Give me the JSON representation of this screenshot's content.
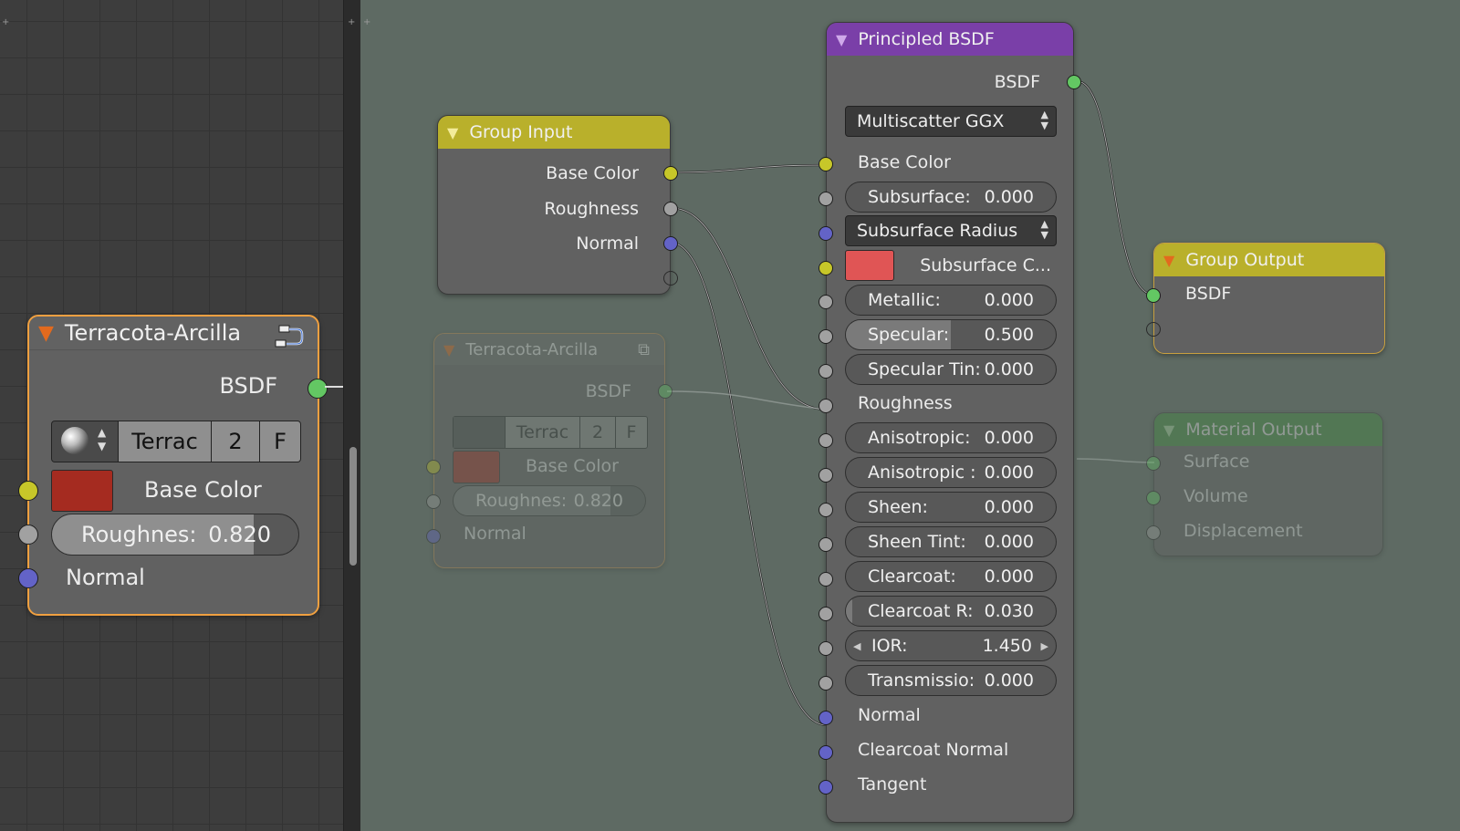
{
  "left_node": {
    "title": "Terracota-Arcilla",
    "output_bsdf": "BSDF",
    "material_selector": {
      "name": "Terrac",
      "users": "2",
      "fake": "F"
    },
    "base_color_label": "Base Color",
    "base_color_hex": "#a52b20",
    "roughness": {
      "label": "Roughnes:",
      "value": "0.820",
      "fraction": 0.82
    },
    "normal_label": "Normal"
  },
  "group_input": {
    "title": "Group Input",
    "outputs": [
      "Base Color",
      "Roughness",
      "Normal"
    ]
  },
  "ghost_node": {
    "title": "Terracota-Arcilla",
    "output_bsdf": "BSDF",
    "material_selector": {
      "name": "Terrac",
      "users": "2",
      "fake": "F"
    },
    "base_color_label": "Base Color",
    "roughness": {
      "label": "Roughnes:",
      "value": "0.820"
    },
    "normal_label": "Normal"
  },
  "principled": {
    "title": "Principled BSDF",
    "output": "BSDF",
    "distribution": "Multiscatter GGX",
    "base_color_label": "Base Color",
    "subsurface": {
      "label": "Subsurface:",
      "value": "0.000"
    },
    "subsurface_radius": "Subsurface Radius",
    "subsurface_color_label": "Subsurface C...",
    "subsurface_color_hex": "#e05555",
    "metallic": {
      "label": "Metallic:",
      "value": "0.000"
    },
    "specular": {
      "label": "Specular:",
      "value": "0.500",
      "fraction": 0.5
    },
    "specular_tint": {
      "label": "Specular Tin:",
      "value": "0.000"
    },
    "roughness_label": "Roughness",
    "anisotropic": {
      "label": "Anisotropic:",
      "value": "0.000"
    },
    "anisotropic_rotation": {
      "label": "Anisotropic :",
      "value": "0.000"
    },
    "sheen": {
      "label": "Sheen:",
      "value": "0.000"
    },
    "sheen_tint": {
      "label": "Sheen Tint:",
      "value": "0.000"
    },
    "clearcoat": {
      "label": "Clearcoat:",
      "value": "0.000"
    },
    "clearcoat_roughness": {
      "label": "Clearcoat R:",
      "value": "0.030"
    },
    "ior": {
      "label": "IOR:",
      "value": "1.450"
    },
    "transmission": {
      "label": "Transmissio:",
      "value": "0.000"
    },
    "normal_label": "Normal",
    "clearcoat_normal_label": "Clearcoat Normal",
    "tangent_label": "Tangent"
  },
  "group_output": {
    "title": "Group Output",
    "input": "BSDF"
  },
  "material_output": {
    "title": "Material Output",
    "inputs": [
      "Surface",
      "Volume",
      "Displacement"
    ]
  },
  "colors": {
    "group_header": "#b9b02b",
    "shader_header": "#7a3fa8",
    "output_header": "#3d8f3a",
    "selection": "#f0a040",
    "socket_color": "#c7c729",
    "socket_float": "#a1a1a1",
    "socket_vector": "#6363c7",
    "socket_shader": "#63c763"
  }
}
